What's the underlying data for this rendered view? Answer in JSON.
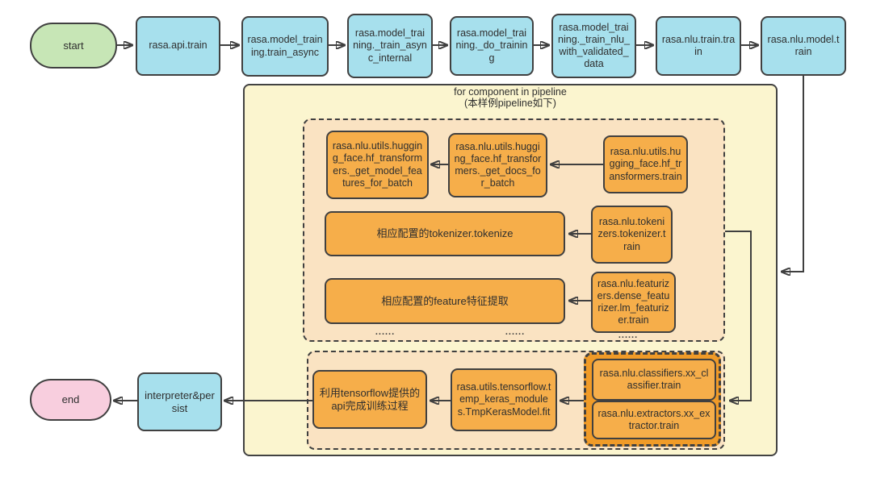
{
  "diagram_title": "rasa nlu training pipeline flowchart",
  "palette": {
    "background": "#ffffff",
    "line": "#3f3f3f",
    "node_blue": "#a7e0ed",
    "node_orange": "#f6ae4a",
    "start_green": "#c7e6b6",
    "end_pink": "#f8cede",
    "loop_container_yellow": "#fbf5cf",
    "stage_peach": "#fae3c2",
    "group_dark_orange": "#f09b28"
  },
  "nodes": {
    "start": "start",
    "api_train": "rasa.api.train",
    "train_async": "rasa.model_training.train_async",
    "train_async_internal": "rasa.model_training._train_async_internal",
    "do_training": "rasa.model_training._do_training",
    "train_nlu_with_validated_data": "rasa.model_training._train_nlu_with_validated_data",
    "nlu_train": "rasa.nlu.train.train",
    "nlu_model_train": "rasa.nlu.model.train",
    "hf_get_model_features": "rasa.nlu.utils.hugging_face.hf_transformers._get_model_features_for_batch",
    "hf_get_docs": "rasa.nlu.utils.hugging_face.hf_transformers._get_docs_for_batch",
    "hf_train": "rasa.nlu.utils.hugging_face.hf_transformers.train",
    "tokenizer_apply": "相应配置的tokenizer.tokenize",
    "tokenizer_train": "rasa.nlu.tokenizers.tokenizer.train",
    "featurizer_apply": "相应配置的feature特征提取",
    "featurizer_train": "rasa.nlu.featurizers.dense_featurizer.lm_featurizer.train",
    "tensorflow_api": "利用tensorflow提供的api完成训练过程",
    "tmp_keras_fit": "rasa.utils.tensorflow.temp_keras_modules.TmpKerasModel.fit",
    "classifier_train": "rasa.nlu.classifiers.xx_classifier.train",
    "extractor_train": "rasa.nlu.extractors.xx_extractor.train",
    "interpreter_persist": "interpreter&persist",
    "end": "end"
  },
  "loop": {
    "title": "for component in pipeline",
    "subtitle": "(本样例pipeline如下)"
  },
  "ellipsis": "......"
}
